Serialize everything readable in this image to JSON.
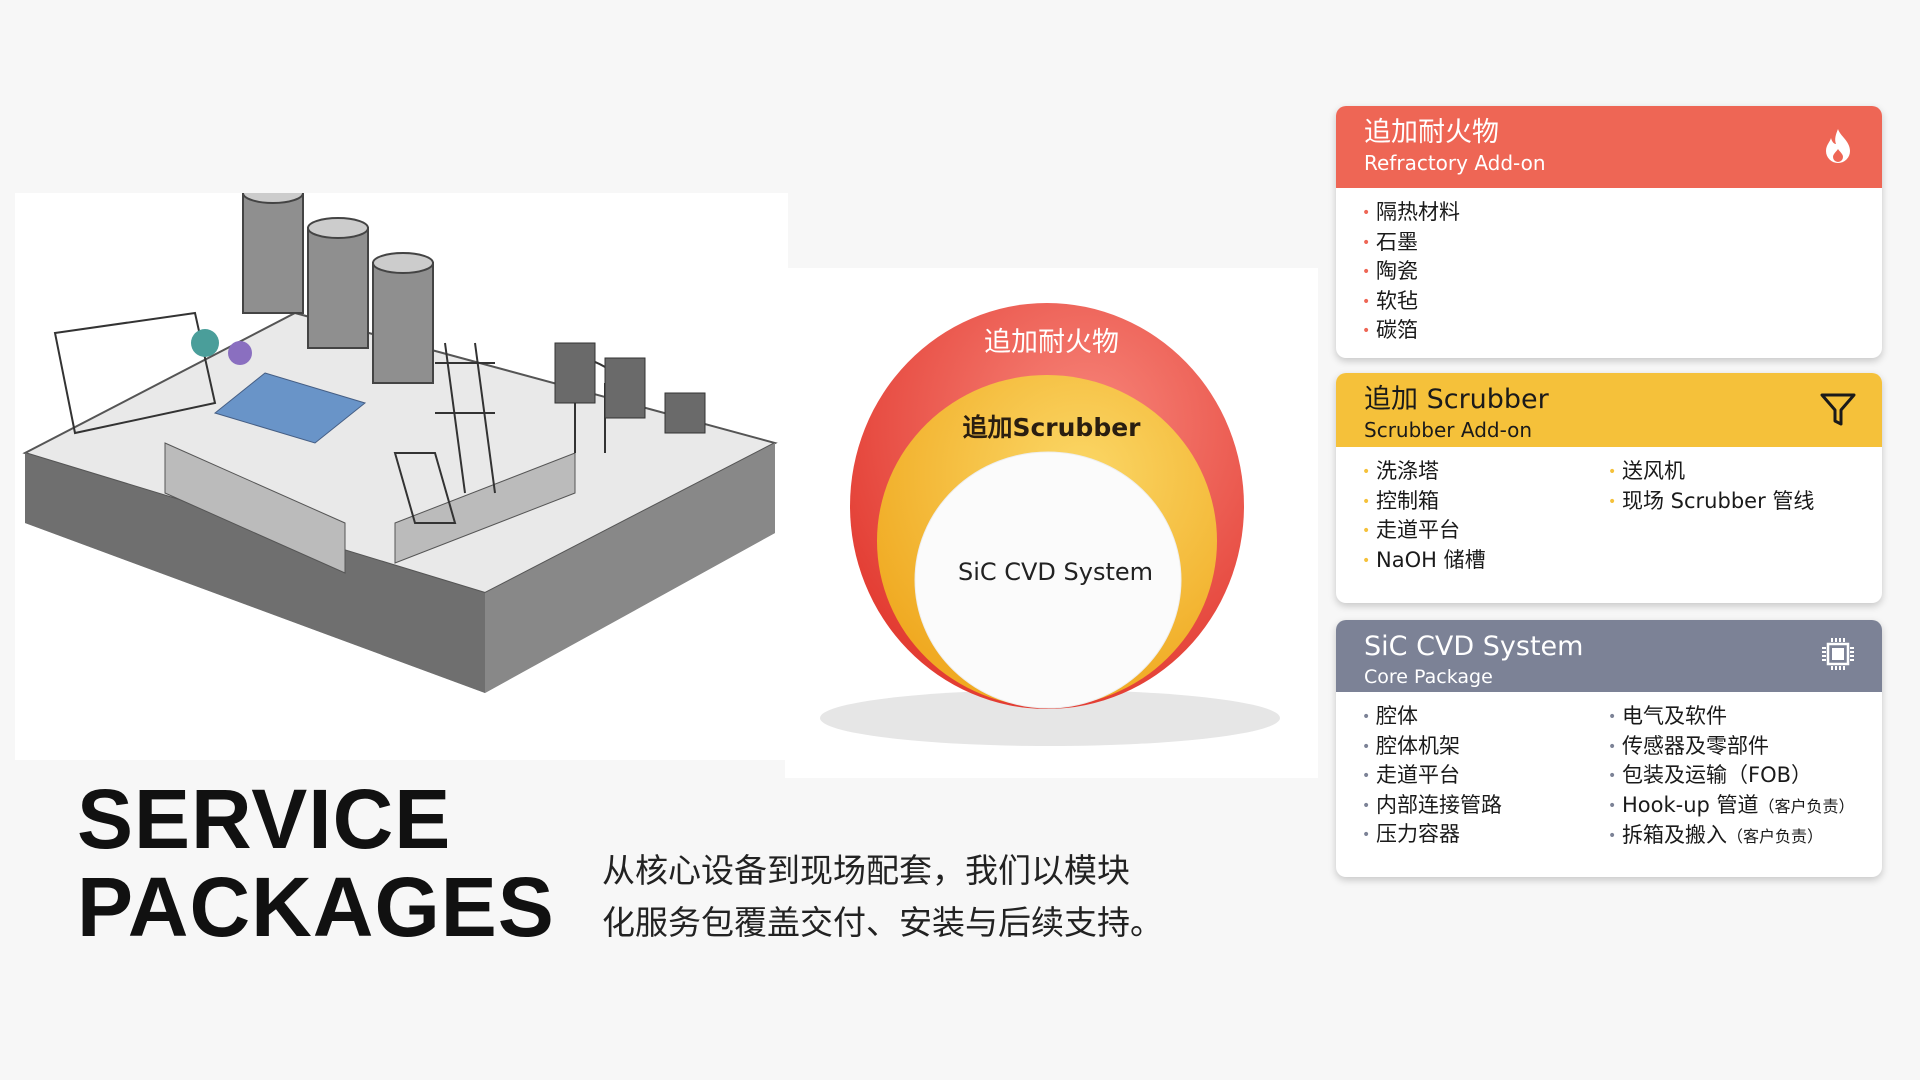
{
  "title": {
    "line1": "SERVICE",
    "line2": "PACKAGES"
  },
  "subtitle": {
    "line1": "从核心设备到现场配套，我们以模块",
    "line2": "化服务包覆盖交付、安装与后续支持。"
  },
  "diagram": {
    "outer": "追加耐火物",
    "middle": "追加Scrubber",
    "inner": "SiC CVD System"
  },
  "colors": {
    "refractory": "#ee6655",
    "scrubber": "#f5c13a",
    "core": "#7c8296"
  },
  "cards": [
    {
      "title": "追加耐火物",
      "subtitle": "Refractory Add-on",
      "icon": "flame-icon",
      "col1": [
        "隔热材料",
        "石墨",
        "陶瓷",
        "软毡",
        "碳箔"
      ],
      "col2": []
    },
    {
      "title": "追加 Scrubber",
      "subtitle": "Scrubber Add-on",
      "icon": "filter-icon",
      "col1": [
        "洗涤塔",
        "控制箱",
        "走道平台",
        "NaOH 储槽"
      ],
      "col2": [
        "送风机",
        "现场 Scrubber 管线"
      ]
    },
    {
      "title": "SiC CVD System",
      "subtitle": "Core Package",
      "icon": "chip-icon",
      "col1": [
        "腔体",
        "腔体机架",
        "走道平台",
        "内部连接管路",
        "压力容器"
      ],
      "col2": [
        "电气及软件",
        "传感器及零部件",
        "包装及运输（FOB）",
        "Hook-up 管道",
        "拆箱及搬入"
      ],
      "notes": {
        "hookup": "（客户负责）",
        "unpack": "（客户负责）"
      }
    }
  ]
}
